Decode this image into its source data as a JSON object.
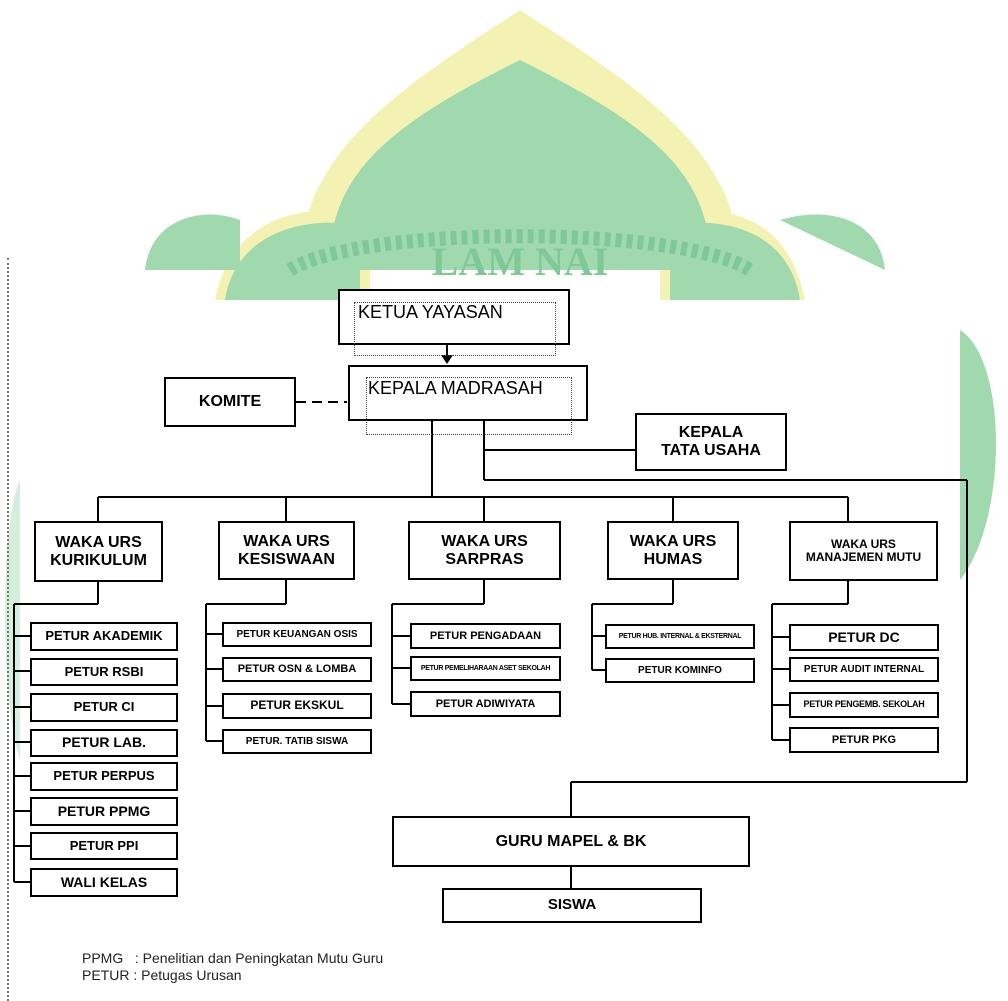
{
  "colors": {
    "watermark": "#9fd9ad",
    "watermark_dark": "#7fc996",
    "watermark_accent": "#f4f2b3",
    "line": "#000000"
  },
  "top": {
    "ketua": "KETUA YAYASAN",
    "kepala_madrasah": "KEPALA MADRASAH",
    "komite": "KOMITE",
    "kepala_tu": "KEPALA\nTATA USAHA"
  },
  "waka": [
    {
      "label": "WAKA URS\nKURIKULUM"
    },
    {
      "label": "WAKA URS\nKESISWAAN"
    },
    {
      "label": "WAKA URS\nSARPRAS"
    },
    {
      "label": "WAKA URS\nHUMAS"
    },
    {
      "label": "WAKA URS\nMANAJEMEN MUTU"
    }
  ],
  "kurikulum_items": [
    "PETUR  AKADEMIK",
    "PETUR  RSBI",
    "PETUR  CI",
    "PETUR LAB.",
    "PETUR  PERPUS",
    "PETUR  PPMG",
    "PETUR  PPI",
    "WALI KELAS"
  ],
  "kesiswaan_items": [
    "PETUR KEUANGAN OSIS",
    "PETUR  OSN & LOMBA",
    "PETUR  EKSKUL",
    "PETUR. TATIB SISWA"
  ],
  "sarpras_items": [
    "PETUR  PENGADAAN",
    "PETUR  PEMELIHARAAN ASET SEKOLAH",
    "PETUR  ADIWIYATA"
  ],
  "humas_items": [
    "PETUR HUB. INTERNAL & EKSTERNAL",
    "PETUR  KOMINFO"
  ],
  "mutu_items": [
    "PETUR DC",
    "PETUR  AUDIT INTERNAL",
    "PETUR  PENGEMB. SEKOLAH",
    "PETUR  PKG"
  ],
  "bottom": {
    "guru": "GURU MAPEL & BK",
    "siswa": "SISWA"
  },
  "legend": {
    "line1": "PPMG   : Penelitian dan Peningkatan Mutu Guru",
    "line2": "PETUR : Petugas Urusan"
  },
  "watermark_text": "LAM NAI"
}
